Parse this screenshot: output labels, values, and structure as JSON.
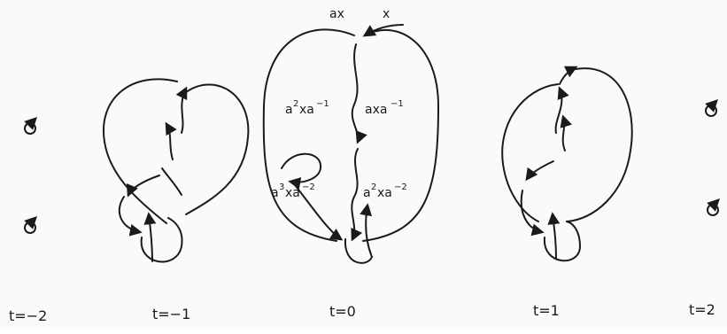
{
  "frames": [
    {
      "id": "t-minus-2",
      "label": "t=−2"
    },
    {
      "id": "t-minus-1",
      "label": "t=−1"
    },
    {
      "id": "t-0",
      "label": "t=0"
    },
    {
      "id": "t-1",
      "label": "t=1"
    },
    {
      "id": "t-2",
      "label": "t=2"
    }
  ],
  "generator_labels": {
    "top_left": "ax",
    "top_right": "x",
    "left_upper_base": "a",
    "left_upper_exp1": "2",
    "left_upper_mid": "xa",
    "left_upper_exp2": "−1",
    "right_upper_base": "axa",
    "right_upper_exp": "−1",
    "left_lower_base": "a",
    "left_lower_exp1": "3",
    "left_lower_mid": "xa",
    "left_lower_exp2": "−2",
    "right_lower_base": "a",
    "right_lower_exp1": "2",
    "right_lower_mid": "xa",
    "right_lower_exp2": "−2"
  },
  "stroke_color": "#1a1a1a"
}
